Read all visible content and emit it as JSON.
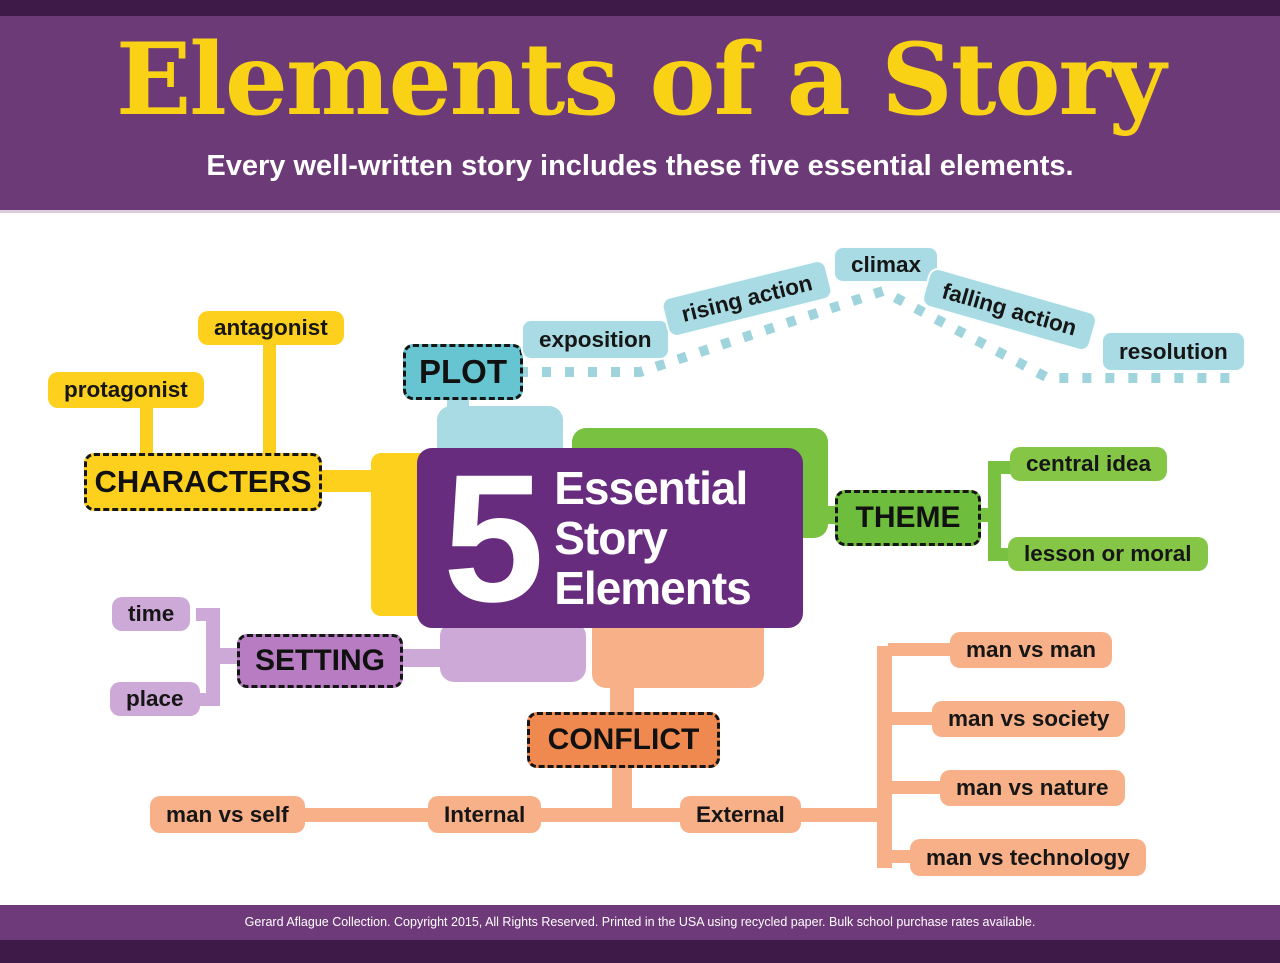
{
  "header": {
    "title": "Elements of a Story",
    "subtitle": "Every well-written story includes these five essential elements."
  },
  "center": {
    "number": "5",
    "line1": "Essential",
    "line2": "Story",
    "line3": "Elements"
  },
  "plot": {
    "label": "PLOT",
    "stages": [
      "exposition",
      "rising action",
      "climax",
      "falling action",
      "resolution"
    ]
  },
  "characters": {
    "label": "CHARACTERS",
    "types": [
      "protagonist",
      "antagonist"
    ]
  },
  "theme": {
    "label": "THEME",
    "aspects": [
      "central idea",
      "lesson or moral"
    ]
  },
  "setting": {
    "label": "SETTING",
    "aspects": [
      "time",
      "place"
    ]
  },
  "conflict": {
    "label": "CONFLICT",
    "categories": [
      "Internal",
      "External"
    ],
    "internal_types": [
      "man vs self"
    ],
    "external_types": [
      "man vs man",
      "man vs society",
      "man vs nature",
      "man vs technology"
    ]
  },
  "footer": {
    "text": "Gerard Aflague Collection. Copyright 2015, All Rights Reserved.  Printed in the USA using recycled paper. Bulk school purchase rates available."
  },
  "colors": {
    "dark-purple": "#3e1a49",
    "header-purple": "#6d3a78",
    "footer-purple": "#6f3a79",
    "title-yellow": "#f9d215",
    "center-purple": "#682c7f",
    "plot-teal": "#67c5d1",
    "plot-teal-light": "#a8dbe3",
    "plot-dash": "#9fd4dd",
    "char-yellow": "#fdd01e",
    "theme-green": "#79c140",
    "theme-green-dark": "#6fbd3c",
    "theme-green-light": "#85c647",
    "setting-purple": "#b77cc1",
    "setting-lavender": "#cda9d7",
    "conflict-orange": "#ef8950",
    "conflict-salmon": "#f8b089"
  }
}
